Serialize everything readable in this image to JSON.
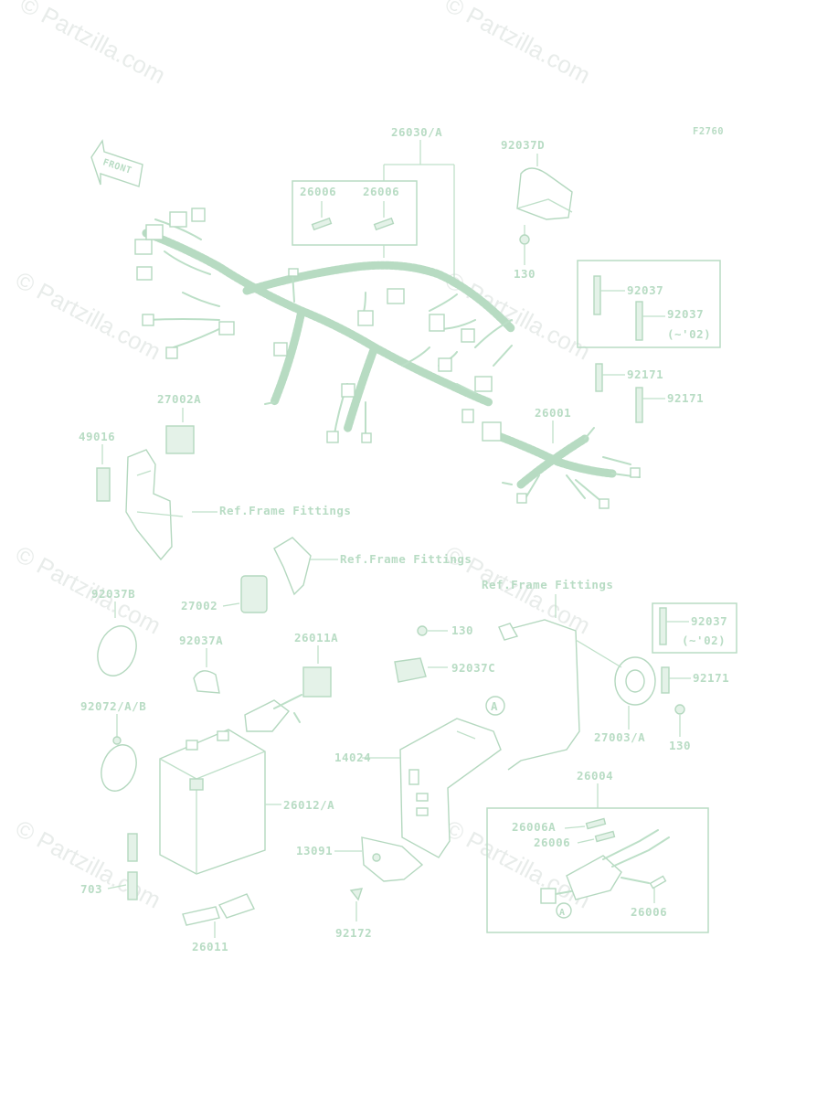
{
  "diagram": {
    "code": "F2760",
    "front_label": "FRONT",
    "watermark": "© Partzilla.com",
    "part_labels": {
      "p26030A": "26030/A",
      "p92037D": "92037D",
      "p26006_a": "26006",
      "p26006_b": "26006",
      "p130_top": "130",
      "p92037_box1": "92037",
      "p92037_box2": "92037",
      "p02_note_1": "(~'02)",
      "p92171_a": "92171",
      "p92171_b": "92171",
      "p27002A": "27002A",
      "p49016": "49016",
      "p26001": "26001",
      "ref_frame_1": "Ref.Frame Fittings",
      "ref_frame_2": "Ref.Frame Fittings",
      "ref_frame_3": "Ref.Frame Fittings",
      "p92037B": "92037B",
      "p27002": "27002",
      "p92037A": "92037A",
      "p26011A": "26011A",
      "p130_mid": "130",
      "p92037C": "92037C",
      "p92037_box3": "92037",
      "p02_note_2": "(~'02)",
      "p92171_c": "92171",
      "p92072": "92072/A/B",
      "p27003A": "27003/A",
      "p130_right": "130",
      "p14024": "14024",
      "p26004": "26004",
      "p26012A": "26012/A",
      "p26006A": "26006A",
      "p26006_c": "26006",
      "p13091": "13091",
      "p26006_d": "26006",
      "p703": "703",
      "p92172": "92172",
      "p26011": "26011",
      "markerA_1": "A",
      "markerA_2": "A"
    }
  }
}
